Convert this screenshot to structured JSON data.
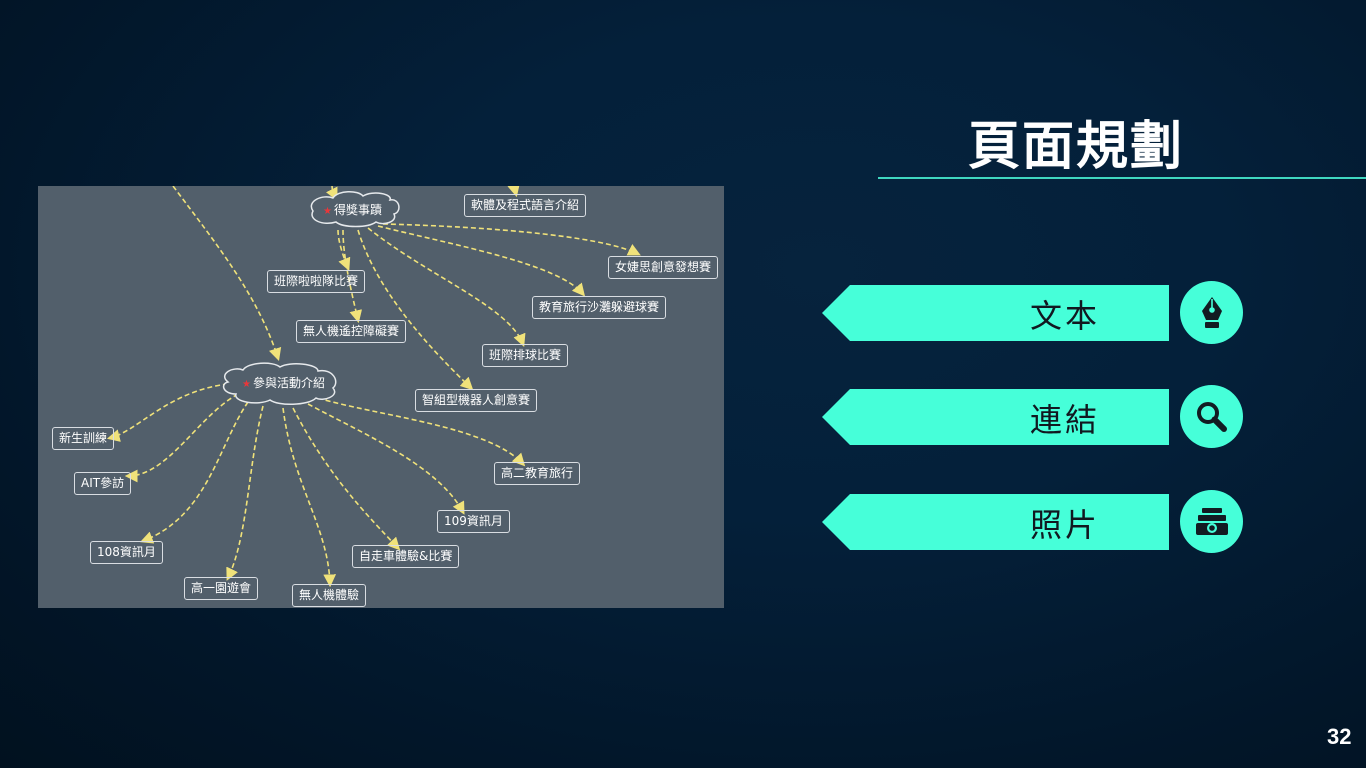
{
  "slide": {
    "title": "頁面規劃",
    "page_number": "32"
  },
  "mindmap": {
    "cloud_awards": "得獎事蹟",
    "cloud_activities": "參與活動介紹",
    "top_node": "軟體及程式語言介紹",
    "award_nodes": [
      "女婕思創意發想賽",
      "教育旅行沙灘躲避球賽",
      "班際排球比賽",
      "智組型機器人創意賽",
      "無人機遙控障礙賽",
      "班際啦啦隊比賽"
    ],
    "activity_nodes": [
      "新生訓練",
      "AIT參訪",
      "108資訊月",
      "高一園遊會",
      "無人機體驗",
      "自走車體驗&比賽",
      "109資訊月",
      "高二教育旅行"
    ]
  },
  "menu": {
    "items": [
      {
        "label": "文本",
        "icon": "fountain-pen-icon"
      },
      {
        "label": "連結",
        "icon": "magnifier-icon"
      },
      {
        "label": "照片",
        "icon": "camera-icon"
      }
    ]
  },
  "colors": {
    "accent": "#46ffd9",
    "rule": "#3fd7c0",
    "mindmap_bg": "#525f6b",
    "connector": "#f0e27a"
  }
}
